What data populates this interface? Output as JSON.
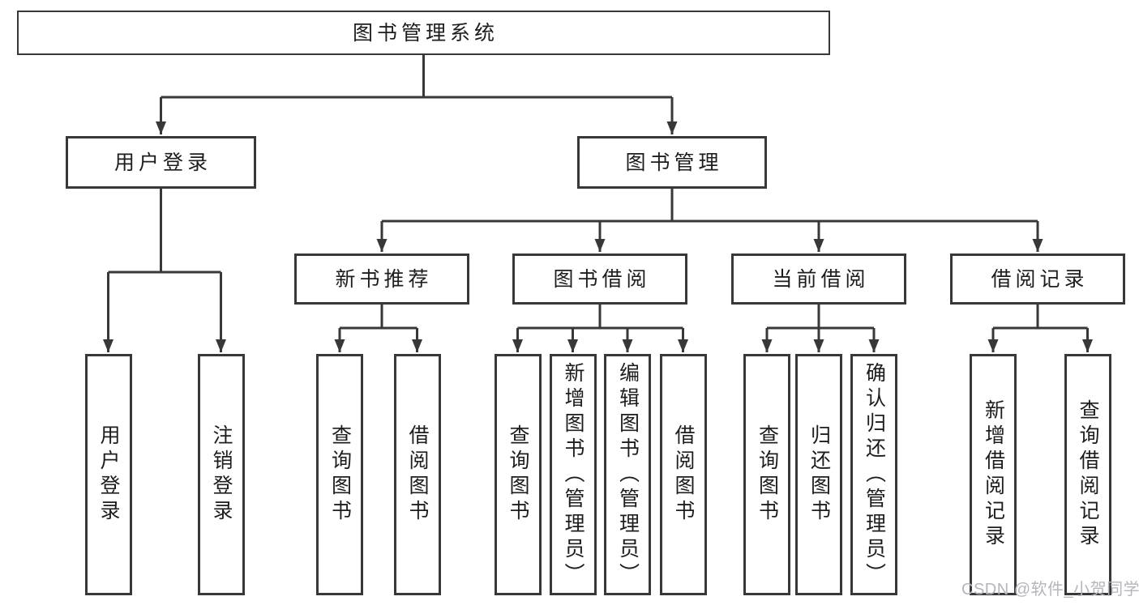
{
  "diagram": {
    "root": {
      "label": "图书管理系统",
      "children": [
        {
          "label": "用户登录",
          "children": [
            {
              "label": "用户登录"
            },
            {
              "label": "注销登录"
            }
          ]
        },
        {
          "label": "图书管理",
          "children": [
            {
              "label": "新书推荐",
              "children": [
                {
                  "label": "查询图书"
                },
                {
                  "label": "借阅图书"
                }
              ]
            },
            {
              "label": "图书借阅",
              "children": [
                {
                  "label": "查询图书"
                },
                {
                  "label": "新增图书（管理员）"
                },
                {
                  "label": "编辑图书（管理员）"
                },
                {
                  "label": "借阅图书"
                }
              ]
            },
            {
              "label": "当前借阅",
              "children": [
                {
                  "label": "查询图书"
                },
                {
                  "label": "归还图书"
                },
                {
                  "label": "确认归还（管理员）"
                }
              ]
            },
            {
              "label": "借阅记录",
              "children": [
                {
                  "label": "新增借阅记录"
                },
                {
                  "label": "查询借阅记录"
                }
              ]
            }
          ]
        }
      ]
    }
  },
  "colors": {
    "line": "#383838",
    "box_border": "#383838",
    "text": "#1d1d1f",
    "watermark": "#b5b5bd",
    "background": "#ffffff"
  },
  "watermark": {
    "text": "CSDN @软件_小贺同学"
  }
}
